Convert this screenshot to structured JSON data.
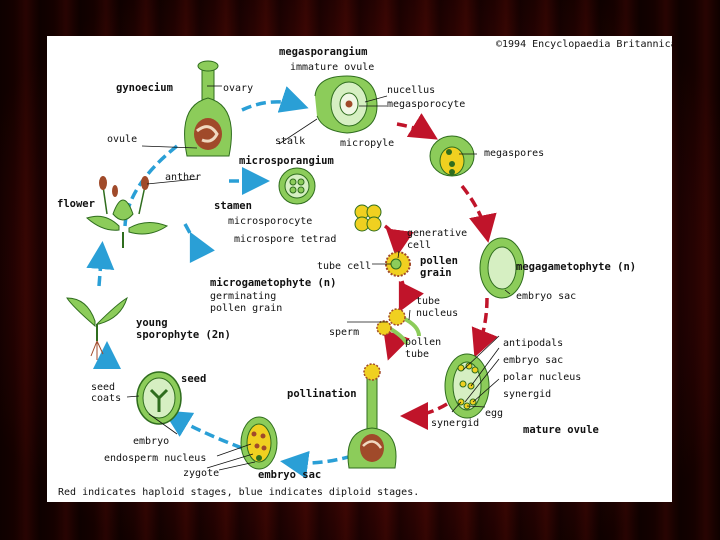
{
  "copyright": "©1994 Encyclopaedia Britannica, Inc.",
  "caption": "Red indicates haploid stages, blue indicates diploid stages.",
  "colors": {
    "haploid_arrow": "#c0142a",
    "diploid_arrow": "#2a9fd6",
    "tissue_green": "#8ccc5a",
    "light_green": "#d6efc2",
    "ovule_brown": "#a04a2a",
    "yellow": "#f0d020"
  },
  "labels": {
    "megasporangium": "megasporangium",
    "immature_ovule": "immature ovule",
    "gynoecium": "gynoecium",
    "ovary": "ovary",
    "nucellus": "nucellus",
    "megasporocyte": "megasporocyte",
    "ovule": "ovule",
    "stalk": "stalk",
    "micropyle": "micropyle",
    "megaspores": "megaspores",
    "microsporangium": "microsporangium",
    "anther": "anther",
    "flower": "flower",
    "stamen": "stamen",
    "microsporocyte": "microsporocyte",
    "microspore_tetrad": "microspore tetrad",
    "generative_cell": [
      "generative",
      "cell"
    ],
    "pollen_grain": [
      "pollen",
      "grain"
    ],
    "tube_cell": "tube cell",
    "megagametophyte": "megagametophyte (n)",
    "microgametophyte": "microgametophyte (n)",
    "germinating_pollen_grain": [
      "germinating",
      "pollen grain"
    ],
    "tube_nucleus": [
      "tube",
      "nucleus"
    ],
    "embryo_sac_top": "embryo sac",
    "young_sporophyte": [
      "young",
      "sporophyte (2n)"
    ],
    "sperm": "sperm",
    "pollen_tube": [
      "pollen",
      "tube"
    ],
    "antipodals": "antipodals",
    "embryo_sac_mid": "embryo sac",
    "polar_nucleus": "polar nucleus",
    "synergid_right": "synergid",
    "seed": "seed",
    "seed_coats": [
      "seed",
      "coats"
    ],
    "pollination": "pollination",
    "egg": "egg",
    "synergid_bottom": "synergid",
    "mature_ovule": "mature ovule",
    "embryo": "embryo",
    "endosperm_nucleus": "endosperm nucleus",
    "zygote": "zygote",
    "embryo_sac_bottom": "embryo sac"
  }
}
